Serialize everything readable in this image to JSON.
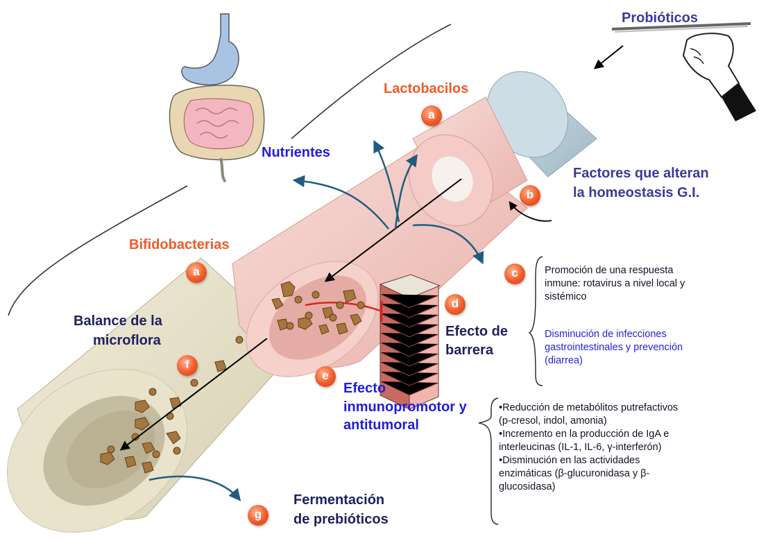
{
  "labels": {
    "probioticos": "Probióticos",
    "lactobacilos": "Lactobacilos",
    "nutrientes": "Nutrientes",
    "factores_line1": "Factores que alteran",
    "factores_line2": "la homeostasis G.I.",
    "bifidobacterias": "Bifidobacterias",
    "balance_line1": "Balance de la",
    "balance_line2": "microflora",
    "efecto_barrera_line1": "Efecto de",
    "efecto_barrera_line2": "barrera",
    "inmuno_line1": "Efecto",
    "inmuno_line2": "inmunopromotor y",
    "inmuno_line3": "antitumoral",
    "fermentacion_line1": "Fermentación",
    "fermentacion_line2": "de prebióticos"
  },
  "markers": {
    "a_lacto": "a",
    "a_bifido": "a",
    "b": "b",
    "c": "c",
    "d": "d",
    "e": "e",
    "f": "f",
    "g": "g"
  },
  "notes": {
    "c_lines": [
      "Promoción de una respuesta",
      "inmune: rotavirus a nivel local y",
      "sistémico"
    ],
    "c_blue_lines": [
      "Disminución de infecciones",
      "gastrointestinales y prevención",
      "(diarrea)"
    ],
    "e_lines": [
      "•Reducción de metabólitos putrefactivos",
      "(p-cresol, indol, amonia)",
      "•Incremento en la producción de IgA e",
      "interleucinas (IL-1, IL-6, γ-interferón)",
      "•Disminución en las actividades",
      "enzimáticas (β-glucuronidasa y β-",
      "glucosidasa)"
    ]
  },
  "colors": {
    "orange_label": "#ef5a2a",
    "navy_label": "#202060",
    "blue_label": "#1d1de0",
    "pink_tube": "#f3c9c4",
    "beige_tube": "#e6dfc8",
    "gray_blue_tube": "#b9cdd6",
    "arrow_teal": "#1e5d80",
    "brick": "#d77f76",
    "particle_brown": "#a5763e"
  },
  "icons": [
    "digestive-system-icon",
    "serving-hand-icon",
    "brick-wall-icon",
    "intestine-tube-icon"
  ]
}
